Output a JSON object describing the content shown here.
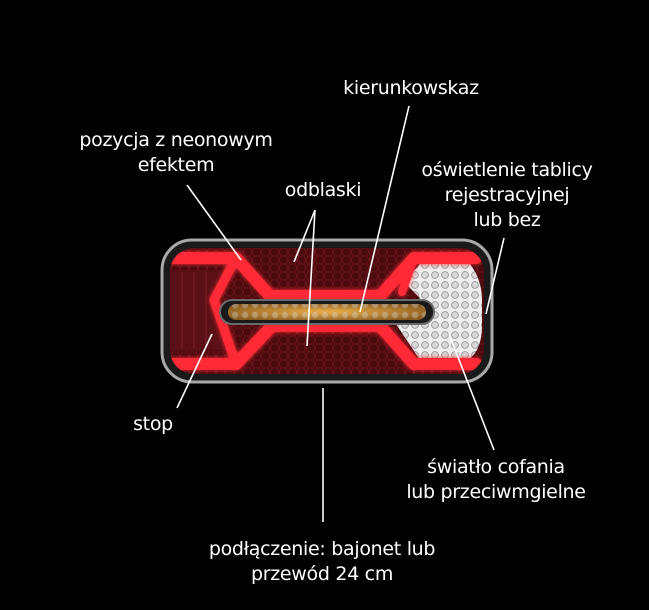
{
  "labels": {
    "kierunkowskaz": [
      "kierunkowskaz"
    ],
    "pozycja": [
      "pozycja z neonowym",
      "efektem"
    ],
    "odblaski": [
      "odblaski"
    ],
    "tablica": [
      "oświetlenie tablicy",
      "rejestracyjnej",
      "lub bez"
    ],
    "stop": [
      "stop"
    ],
    "cofania": [
      "światło cofania",
      "lub przeciwmgielne"
    ],
    "podlaczenie": [
      "podłączenie: bajonet lub",
      "przewód 24 cm"
    ]
  },
  "colors": {
    "background": "#000000",
    "housing": "#a9a9a9",
    "red_lens": "#4a0a0e",
    "neon": "#ff2a36",
    "indicator_amber": "#d8962e",
    "reverse_white": "#eeeeee",
    "leader_line": "#ffffff",
    "text": "#ffffff"
  }
}
